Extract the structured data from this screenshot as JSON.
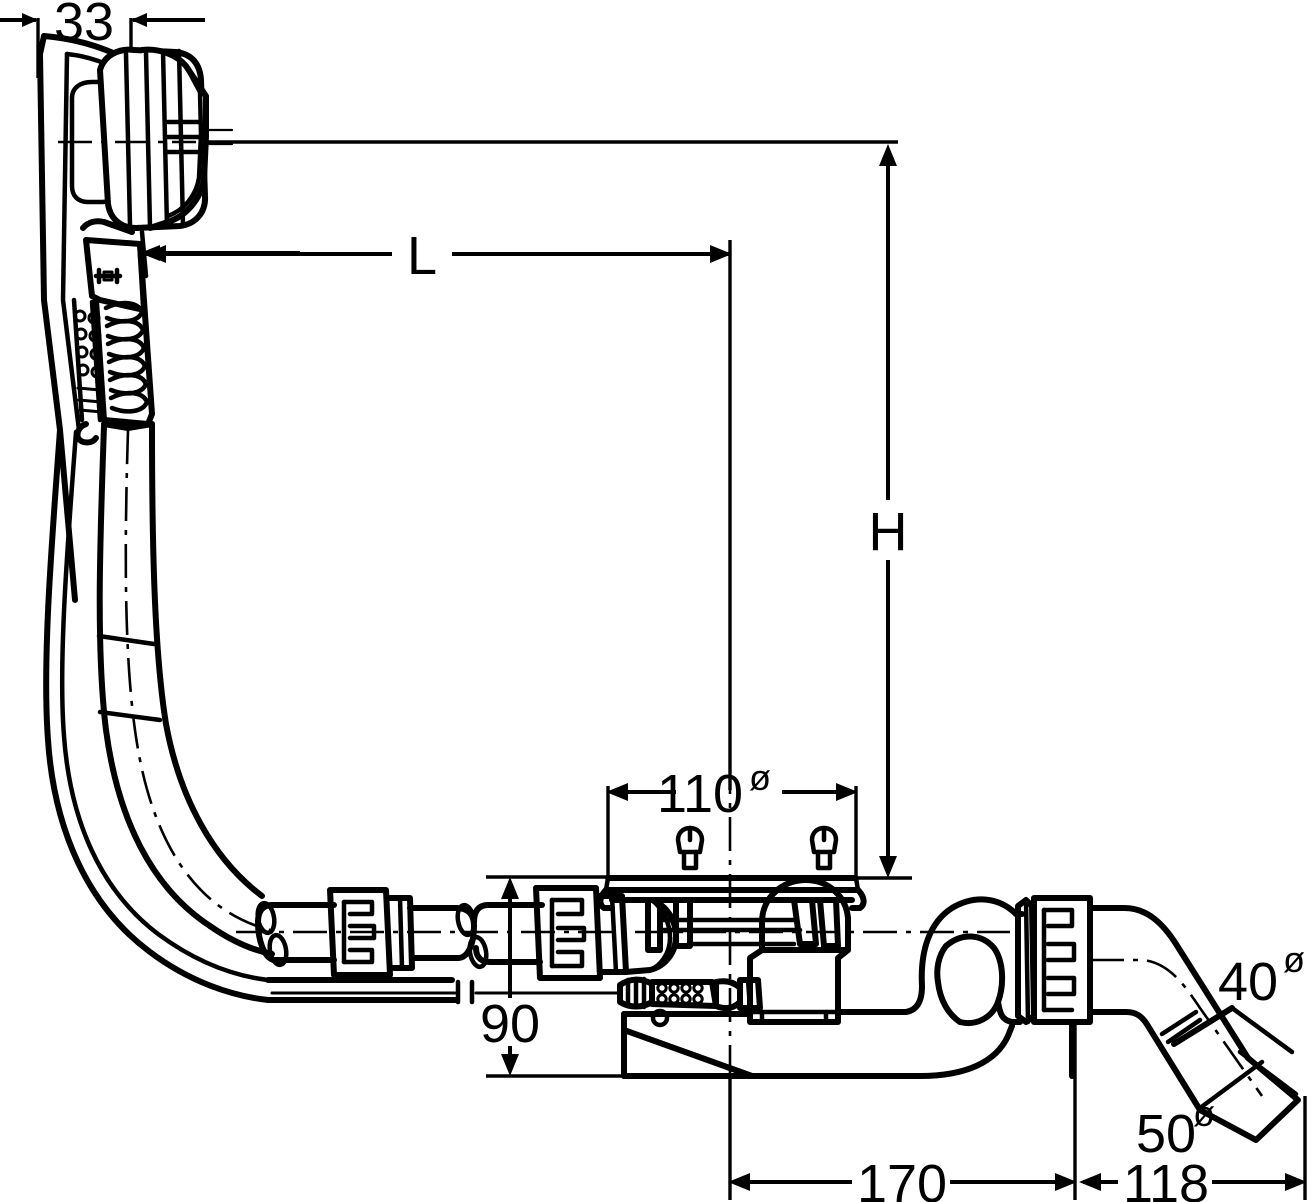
{
  "drawing": {
    "title": "Bath waste and overflow set technical drawing",
    "units": "mm",
    "line_color": "#000000",
    "background_color": "#ffffff"
  },
  "dimensions": {
    "cap_thickness": {
      "value": "33",
      "orientation": "horizontal",
      "location": "top-left"
    },
    "length": {
      "value": "L",
      "orientation": "horizontal",
      "location": "top",
      "symbolic": "true"
    },
    "height": {
      "value": "H",
      "orientation": "vertical",
      "location": "right",
      "symbolic": "true"
    },
    "flange_diameter": {
      "value": "110",
      "suffix": "ø",
      "orientation": "horizontal",
      "location": "center-top"
    },
    "outlet_height": {
      "value": "90",
      "orientation": "vertical",
      "location": "center-bottom"
    },
    "trap_outlet_diameter": {
      "value": "40",
      "suffix": "ø",
      "orientation": "leader",
      "location": "right"
    },
    "pipe_end_diameter": {
      "value": "50",
      "suffix": "ø",
      "orientation": "leader",
      "location": "bottom-right"
    },
    "trap_length": {
      "value": "170",
      "orientation": "horizontal",
      "location": "bottom"
    },
    "outlet_length": {
      "value": "118",
      "orientation": "horizontal",
      "location": "bottom-right"
    }
  },
  "parts": [
    {
      "name": "overflow-cover-cap",
      "label": "overflow cover cap"
    },
    {
      "name": "overflow-corrugated-hose",
      "label": "corrugated overflow hose"
    },
    {
      "name": "overflow-flexible-pipe",
      "label": "flexible overflow pipe"
    },
    {
      "name": "union-nut-left",
      "label": "union nut"
    },
    {
      "name": "union-nut-right",
      "label": "union nut"
    },
    {
      "name": "waste-flange",
      "label": "waste outlet flange"
    },
    {
      "name": "waste-body",
      "label": "waste body"
    },
    {
      "name": "cable-actuator",
      "label": "bowden cable actuator"
    },
    {
      "name": "siphon-trap",
      "label": "siphon trap"
    },
    {
      "name": "trap-union-nut",
      "label": "trap union nut"
    },
    {
      "name": "outlet-pipe",
      "label": "angled outlet pipe"
    },
    {
      "name": "outlet-pipe-end",
      "label": "outlet pipe end socket"
    }
  ]
}
